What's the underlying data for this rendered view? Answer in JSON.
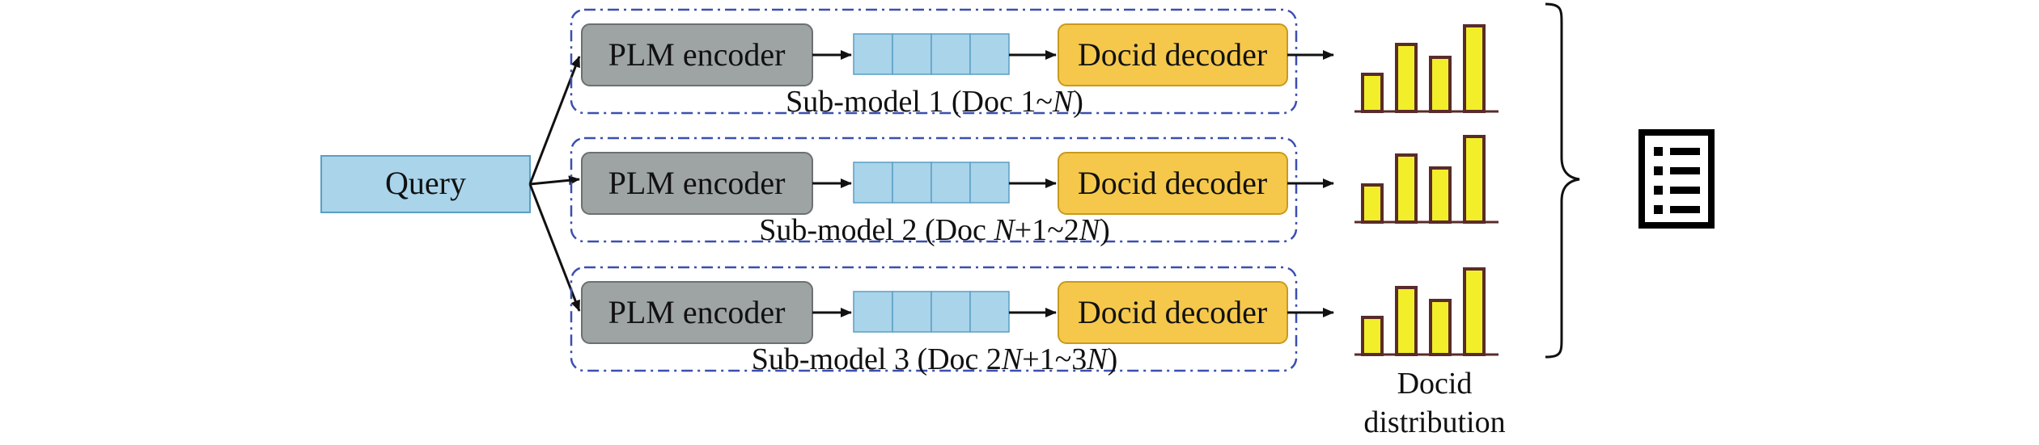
{
  "query": {
    "label": "Query"
  },
  "sub_models": [
    {
      "encoder_label": "PLM encoder",
      "decoder_label": "Docid decoder",
      "caption": [
        {
          "t": "Sub-model 1 (Doc 1~"
        },
        {
          "t": "N",
          "i": true
        },
        {
          "t": ")"
        }
      ]
    },
    {
      "encoder_label": "PLM encoder",
      "decoder_label": "Docid decoder",
      "caption": [
        {
          "t": "Sub-model 2 (Doc "
        },
        {
          "t": "N",
          "i": true
        },
        {
          "t": "+1~2"
        },
        {
          "t": "N",
          "i": true
        },
        {
          "t": ")"
        }
      ]
    },
    {
      "encoder_label": "PLM encoder",
      "decoder_label": "Docid decoder",
      "caption": [
        {
          "t": "Sub-model 3 (Doc 2"
        },
        {
          "t": "N",
          "i": true
        },
        {
          "t": "+1~3"
        },
        {
          "t": "N",
          "i": true
        },
        {
          "t": ")"
        }
      ]
    }
  ],
  "distribution": {
    "label_lines": [
      "Docid",
      "distribution"
    ],
    "bar_levels": [
      0.4,
      0.72,
      0.58,
      0.92
    ]
  },
  "result_icon": "ranked-list-icon",
  "colors": {
    "query_fill": "#a9d4ea",
    "query_stroke": "#5a9fc4",
    "encoder_fill": "#9ea4a3",
    "encoder_stroke": "#6b7170",
    "decoder_fill": "#f5c84c",
    "decoder_stroke": "#c99a1c",
    "vector_fill": "#a9d4ea",
    "vector_stroke": "#5a9fc4",
    "frame_stroke": "#3a4fb0",
    "bar_fill": "#f2ee2a",
    "bar_stroke": "#5a2b2b",
    "line": "#111111"
  }
}
